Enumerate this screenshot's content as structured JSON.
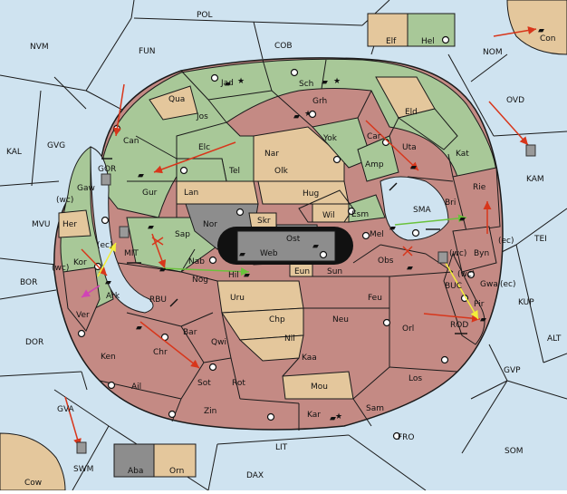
{
  "colors": {
    "sea": "#cfe3f0",
    "green": "#a8c898",
    "tan": "#e4c79c",
    "rose": "#c48a84",
    "gray": "#8d8d8d",
    "black": "#111111",
    "line": "#1a1a1a",
    "arrow_red": "#d8361b",
    "arrow_green": "#6ac23c",
    "arrow_yellow": "#f2ee3a",
    "arrow_magenta": "#d143b6"
  },
  "labels": {
    "POL": "POL",
    "COB": "COB",
    "FUN": "FUN",
    "NVM": "NVM",
    "NOM": "NOM",
    "OVD": "OVD",
    "KAL": "KAL",
    "GVG": "GVG",
    "KAM": "KAM",
    "TEI": "TEI",
    "MVU": "MVU",
    "BOR": "BOR",
    "KUP": "KUP",
    "ALT": "ALT",
    "DOR": "DOR",
    "GVP": "GVP",
    "GVA": "GVA",
    "FRO": "FRO",
    "SOM": "SOM",
    "LIT": "LIT",
    "DAX": "DAX",
    "SWM": "SWM",
    "Cow": "Cow",
    "Con": "Con",
    "Elf": "Elf",
    "Hel": "Hel",
    "Aba": "Aba",
    "Orn": "Orn",
    "Jad": "Jad",
    "Sch": "Sch",
    "Qua": "Qua",
    "Jos": "Jos",
    "Grh": "Grh",
    "Eld": "Eld",
    "Can": "Can",
    "Elc": "Elc",
    "Yok": "Yok",
    "Car": "Car",
    "Uta": "Uta",
    "Nar": "Nar",
    "Amp": "Amp",
    "Kat": "Kat",
    "Tel": "Tel",
    "Olk": "Olk",
    "GOR": "GOR",
    "Gaw": "Gaw",
    "Gur": "Gur",
    "Lan": "Lan",
    "Hug": "Hug",
    "Bri": "Bri",
    "Rie": "Rie",
    "Wil": "Wil",
    "Esm": "Esm",
    "SMA": "SMA",
    "Her": "Her",
    "Nor": "Nor",
    "Skr": "Skr",
    "Ost": "Ost",
    "Sap": "Sap",
    "Web": "Web",
    "Mel": "Mel",
    "Byn": "Byn",
    "MIT": "MIT",
    "Kor": "Kor",
    "Obs": "Obs",
    "Nab": "Nab",
    "Eun": "Eun",
    "Sun": "Sun",
    "Hil": "Hil",
    "Nog": "Nog",
    "Ark": "Ark",
    "Gwa": "Gwa",
    "BUC": "BUC",
    "Uru": "Uru",
    "Feu": "Feu",
    "RBU": "RBU",
    "Pir": "Pir",
    "Ver": "Ver",
    "Chp": "Chp",
    "Neu": "Neu",
    "Orl": "Orl",
    "ROD": "ROD",
    "Bar": "Bar",
    "Qwi": "Qwi",
    "Nil": "Nil",
    "Ken": "Ken",
    "Chr": "Chr",
    "Kaa": "Kaa",
    "Los": "Los",
    "Ail": "Ail",
    "Sot": "Sot",
    "Rot": "Rot",
    "Mou": "Mou",
    "Zin": "Zin",
    "Kar": "Kar",
    "Sam": "Sam",
    "wc": "(wc)",
    "ec": "(ec)"
  }
}
